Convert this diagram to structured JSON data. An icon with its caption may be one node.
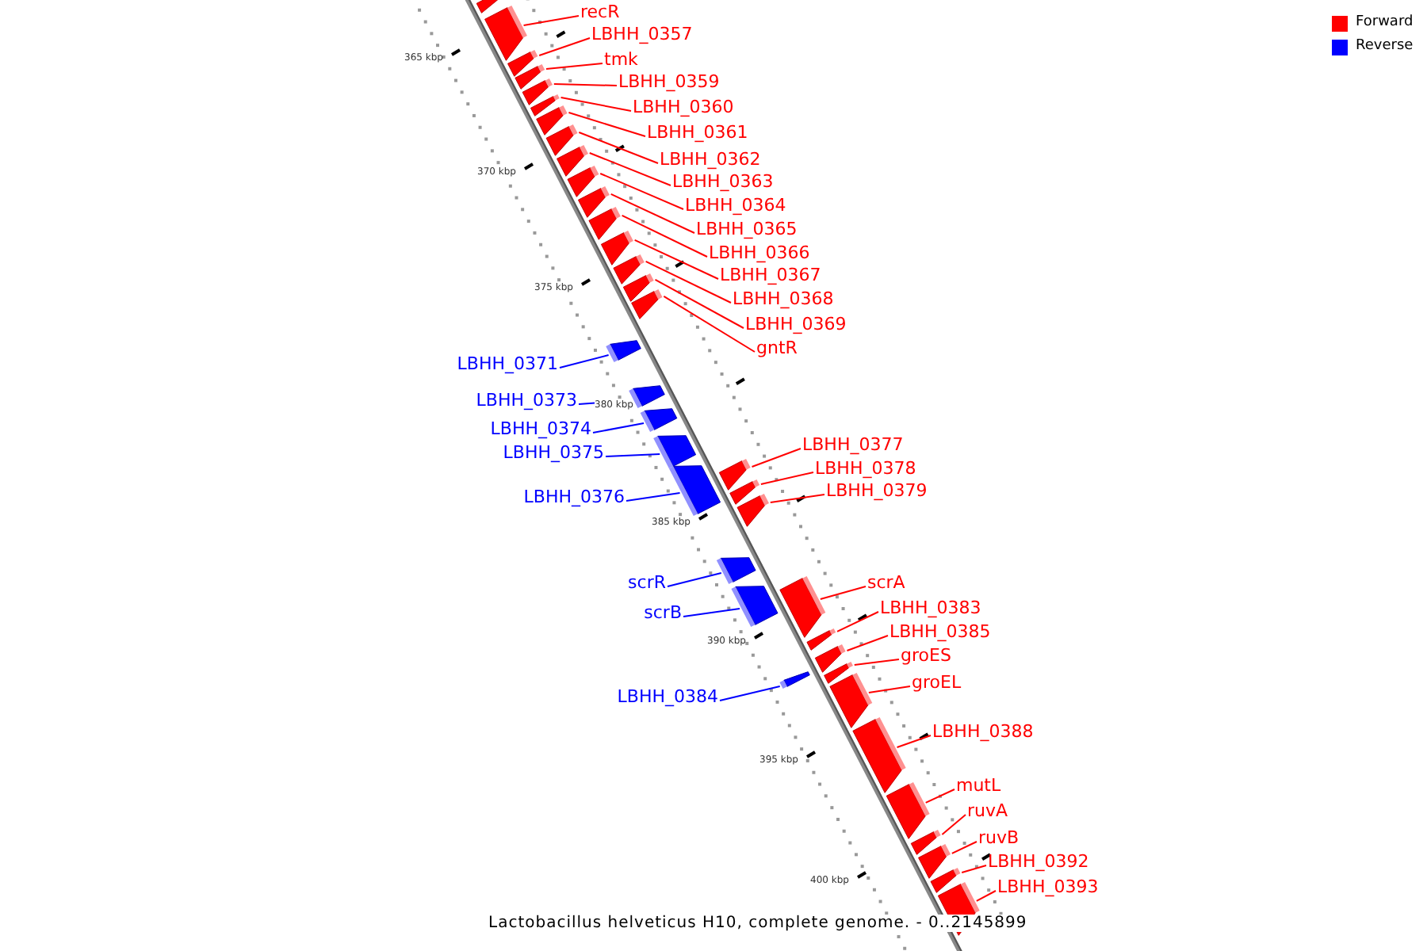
{
  "diagram": {
    "caption": "Lactobacillus helveticus H10, complete genome. - 0..2145899",
    "nodes": [
      {
        "text": [],
        "shape": "arrow"
      },
      {
        "text": [
          "recR"
        ]
      },
      {
        "text": [],
        "shape": "arrow"
      },
      {
        "text": [
          "LBHH_0357"
        ]
      },
      {
        "text": [],
        "shape": "arrow"
      },
      {
        "text": [
          "tmk"
        ]
      },
      {
        "text": [],
        "shape": "arrow"
      },
      {
        "text": [
          "LBHH_0359"
        ]
      },
      {
        "text": [],
        "shape": "arrow"
      },
      {
        "text": [
          "LBHH_0360"
        ]
      },
      {
        "text": [],
        "shape": "arrow"
      },
      {
        "text": [
          "LBHH_0361"
        ]
      },
      {
        "text": [],
        "shape": "arrow"
      },
      {
        "text": [
          "LBHH_0362"
        ]
      },
      {
        "text": [],
        "shape": "arrow"
      },
      {
        "text": [
          "LBHH_0363"
        ]
      },
      {
        "text": [],
        "shape": "arrow"
      },
      {
        "text": [
          "LBHH_0364"
        ]
      },
      {
        "text": [],
        "shape": "arrow"
      },
      {
        "text": [
          "LBHH_0365"
        ]
      },
      {
        "text": [],
        "shape": "arrow"
      },
      {
        "text": [
          "LBHH_0366"
        ]
      },
      {
        "text": [],
        "shape": "arrow"
      },
      {
        "text": [
          "LBHH_0367"
        ]
      },
      {
        "text": [],
        "shape": "arrow"
      },
      {
        "text": [
          "LBHH_0368"
        ]
      },
      {
        "text": [],
        "shape": "arrow"
      },
      {
        "text": [
          "LBHH_0369"
        ]
      },
      {
        "text": [],
        "shape": "arrow"
      },
      {
        "text": [
          "gntR"
        ]
      },
      {
        "text": [],
        "shape": "arrow"
      },
      {
        "text": [
          "LBHH_0371"
        ]
      },
      {
        "text": [],
        "shape": "arrow"
      },
      {
        "text": [
          "LBHH_0373"
        ]
      },
      {
        "text": [],
        "shape": "arrow"
      },
      {
        "text": [
          "LBHH_0374"
        ]
      },
      {
        "text": [],
        "shape": "arrow"
      },
      {
        "text": [
          "LBHH_0375"
        ]
      },
      {
        "text": [],
        "shape": "arrow"
      },
      {
        "text": [
          "LBHH_0377"
        ]
      },
      {
        "text": [],
        "shape": "arrow"
      },
      {
        "text": [
          "LBHH_0378"
        ]
      },
      {
        "text": [],
        "shape": "arrow"
      },
      {
        "text": [
          "LBHH_0379"
        ]
      },
      {
        "text": [],
        "shape": "arrow"
      },
      {
        "text": [
          "LBHH_0376"
        ]
      },
      {
        "text": [],
        "shape": "arrow"
      },
      {
        "text": [
          "scrR"
        ]
      },
      {
        "text": [],
        "shape": "arrow"
      },
      {
        "text": [
          "scrA"
        ]
      },
      {
        "text": [],
        "shape": "arrow"
      },
      {
        "text": [
          "scrB"
        ]
      },
      {
        "text": [],
        "shape": "arrow"
      },
      {
        "text": [
          "LBHH_0383"
        ]
      },
      {
        "text": [],
        "shape": "arrow"
      },
      {
        "text": [
          "LBHH_0385"
        ]
      },
      {
        "text": [],
        "shape": "arrow"
      },
      {
        "text": [
          "groES"
        ]
      },
      {
        "text": [],
        "shape": "arrow"
      },
      {
        "text": [
          "groEL"
        ]
      },
      {
        "text": [],
        "shape": "arrow"
      },
      {
        "text": [
          "LBHH_0384"
        ]
      },
      {
        "text": [],
        "shape": "arrow"
      },
      {
        "text": [
          "LBHH_0388"
        ]
      },
      {
        "text": [],
        "shape": "arrow"
      },
      {
        "text": [
          "mutL"
        ]
      },
      {
        "text": [],
        "shape": "arrow"
      },
      {
        "text": [
          "ruvA"
        ]
      },
      {
        "text": [],
        "shape": "arrow"
      },
      {
        "text": [
          "ruvB"
        ]
      },
      {
        "text": [],
        "shape": "arrow"
      },
      {
        "text": [
          "LBHH_0392"
        ]
      },
      {
        "text": [],
        "shape": "arrow"
      },
      {
        "text": [
          "LBHH_0393"
        ]
      },
      {
        "text": [],
        "shape": "arrow"
      }
    ],
    "edges": [
      {
        "from": 1,
        "to": 2,
        "arrow": "none"
      },
      {
        "from": 3,
        "to": 4,
        "arrow": "none"
      },
      {
        "from": 5,
        "to": 6,
        "arrow": "none"
      },
      {
        "from": 7,
        "to": 8,
        "arrow": "none"
      },
      {
        "from": 9,
        "to": 10,
        "arrow": "none"
      },
      {
        "from": 11,
        "to": 12,
        "arrow": "none"
      },
      {
        "from": 13,
        "to": 14,
        "arrow": "none"
      },
      {
        "from": 15,
        "to": 16,
        "arrow": "none"
      },
      {
        "from": 17,
        "to": 18,
        "arrow": "none"
      },
      {
        "from": 19,
        "to": 20,
        "arrow": "none"
      },
      {
        "from": 21,
        "to": 22,
        "arrow": "none"
      },
      {
        "from": 23,
        "to": 24,
        "arrow": "none"
      },
      {
        "from": 25,
        "to": 26,
        "arrow": "none"
      },
      {
        "from": 27,
        "to": 28,
        "arrow": "none"
      },
      {
        "from": 29,
        "to": 30,
        "arrow": "none"
      },
      {
        "from": 31,
        "to": 32,
        "arrow": "none",
        "color": "#0000ff"
      },
      {
        "from": 33,
        "to": 34,
        "arrow": "none",
        "color": "#0000ff"
      },
      {
        "from": 35,
        "to": 36,
        "arrow": "none",
        "color": "#0000ff"
      },
      {
        "from": 37,
        "to": 38,
        "arrow": "none",
        "color": "#0000ff"
      },
      {
        "from": 39,
        "to": 40,
        "arrow": "none"
      },
      {
        "from": 41,
        "to": 42,
        "arrow": "none"
      },
      {
        "from": 43,
        "to": 44,
        "arrow": "none"
      },
      {
        "from": 45,
        "to": 46,
        "arrow": "none",
        "color": "#0000ff"
      },
      {
        "from": 47,
        "to": 48,
        "arrow": "none",
        "color": "#0000ff"
      },
      {
        "from": 49,
        "to": 50,
        "arrow": "none"
      },
      {
        "from": 51,
        "to": 52,
        "arrow": "none",
        "color": "#0000ff"
      },
      {
        "from": 53,
        "to": 54,
        "arrow": "none"
      },
      {
        "from": 55,
        "to": 56,
        "arrow": "none"
      },
      {
        "from": 57,
        "to": 58,
        "arrow": "none"
      },
      {
        "from": 59,
        "to": 60,
        "arrow": "none"
      },
      {
        "from": 61,
        "to": 62,
        "arrow": "none",
        "color": "#0000ff"
      },
      {
        "from": 63,
        "to": 64,
        "arrow": "none"
      },
      {
        "from": 65,
        "to": 66,
        "arrow": "none"
      },
      {
        "from": 67,
        "to": 68,
        "arrow": "none"
      },
      {
        "from": 69,
        "to": 70,
        "arrow": "none"
      },
      {
        "from": 71,
        "to": 72,
        "arrow": "none"
      },
      {
        "from": 73,
        "to": 74,
        "arrow": "none"
      }
    ],
    "labels": [
      "365 kbp",
      "370 kbp",
      "375 kbp",
      "380 kbp",
      "385 kbp",
      "390 kbp",
      "395 kbp",
      "400 kbp"
    ],
    "legend": [
      {
        "text": "Forward",
        "color": "#ff0000"
      },
      {
        "text": "Reverse",
        "color": "#0000ff"
      }
    ]
  }
}
